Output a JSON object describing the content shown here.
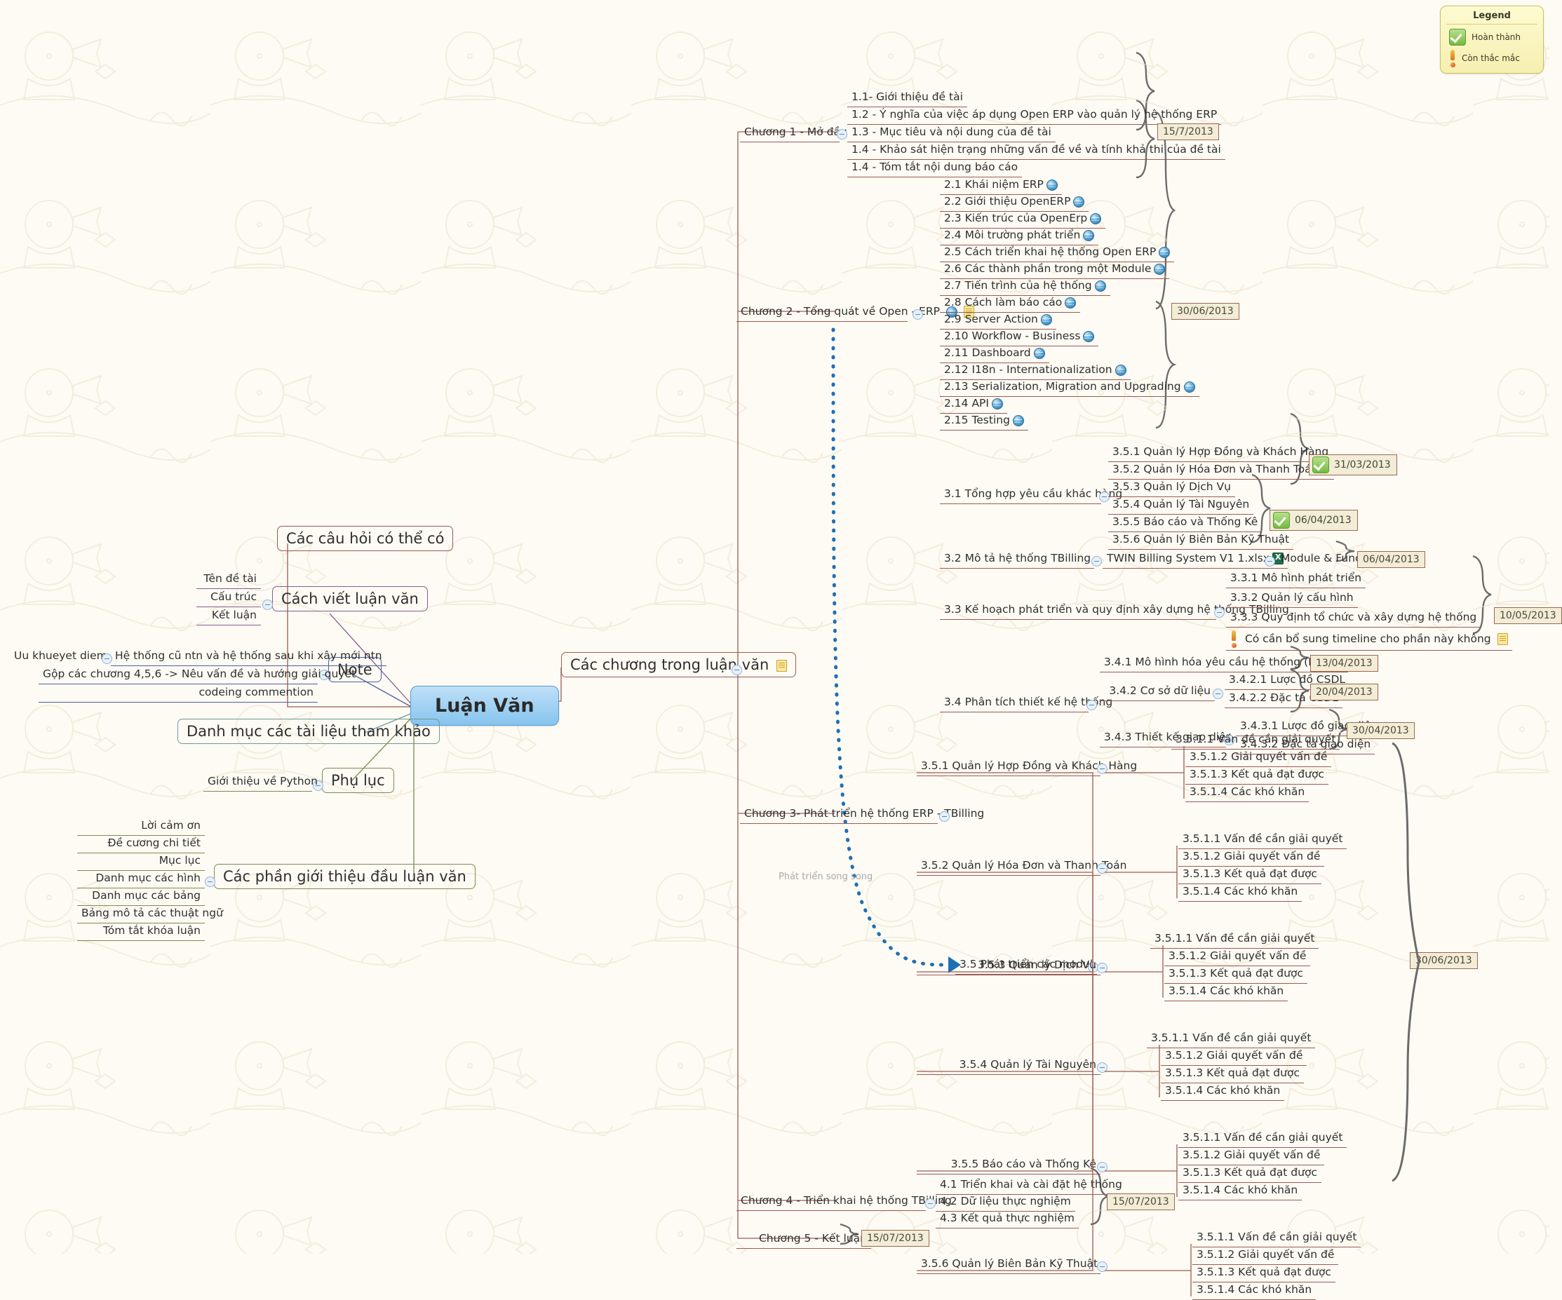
{
  "root": {
    "label": "Luận Văn"
  },
  "legend": {
    "title": "Legend",
    "items": [
      {
        "icon": "green-check-icon",
        "label": "Hoàn thành"
      },
      {
        "icon": "exclamation-icon",
        "label": "Còn thắc mắc"
      }
    ]
  },
  "annotations": {
    "parallel_dev": "Phát triển song song"
  },
  "left_branches": [
    {
      "label": "Các câu hỏi có thể có",
      "children": []
    },
    {
      "label": "Cách viết luận văn",
      "children": [
        "Tên đề tài",
        "Cấu trúc",
        "Kết luận"
      ]
    },
    {
      "label": "Note",
      "children": [
        "Uu khueyet diem",
        "Hệ thống cũ ntn và hệ thống sau khi xây mới ntn",
        "Gộp các chương 4,5,6 -> Nêu vấn đề và hướng giải quyết",
        "codeing commention"
      ]
    },
    {
      "label": "Danh mục các tài liệu tham khảo",
      "children": []
    },
    {
      "label": "Phụ lục",
      "children": [
        "Giới thiệu về Python"
      ]
    },
    {
      "label": "Các phần giới thiệu đầu luận văn",
      "children": [
        "Lời cảm ơn",
        "Đề cương chi tiết",
        "Mục lục",
        "Danh mục các hình",
        "Danh mục các bảng",
        "Bảng mô tả các thuật ngữ",
        "Tóm tắt khóa luận"
      ]
    }
  ],
  "right_branch": {
    "label": "Các chương trong luận văn",
    "icon": "note-icon"
  },
  "chapters": [
    {
      "label": "Chương 1 - Mở đầu",
      "date": "15/7/2013",
      "items": [
        "1.1- Giới thiệu đề tài",
        "1.2  - Ý nghĩa của việc áp dụng Open ERP vào quản lý hệ thống ERP",
        "1.3 - Mục tiêu và nội dung của đề tài",
        "1.4 - Khảo sát hiện trạng những vấn đề về và tính khả thi của đề tài",
        "1.4 - Tóm tắt nội dung báo cáo"
      ]
    },
    {
      "label": "Chương 2 - Tổng quát về Open - ERP",
      "date": "30/06/2013",
      "icons": [
        "globe-icon",
        "note-icon"
      ],
      "items": [
        "2.1 Khái niệm ERP",
        "2.2 Giới thiệu OpenERP",
        "2.3 Kiến trúc của OpenErp",
        "2.4 Môi trường phát triển",
        "2.5 Cách triển khai hệ thống Open ERP",
        "2.6 Các thành phần trong một Module",
        "2.7 Tiến trình của hệ thống",
        "2.8 Cách làm báo cáo",
        "2.9 Server Action",
        "2.10 Workflow - Business",
        "2.11 Dashboard",
        "2.12 I18n - Internationalization",
        "2.13 Serialization, Migration and Upgrading",
        "2.14 API",
        "2.15 Testing"
      ]
    },
    {
      "label": "Chương 3- Phát triển hệ thống ERP - TBilling",
      "sections": [
        {
          "label": "3.1 Tổng hợp yêu cầu khác hàng",
          "items": [
            "3.5.1 Quản lý Hợp Đồng và Khách Hàng",
            "3.5.2 Quản lý Hóa Đơn và Thanh Toán",
            "3.5.3 Quản lý Dịch Vụ",
            "3.5.4 Quản lý Tài Nguyên",
            "3.5.5 Báo cáo và Thống Kê",
            "3.5.6 Quản lý Biên Bản Kỹ Thuật"
          ],
          "badges": [
            {
              "icon": "green-check-icon",
              "date": "31/03/2013"
            },
            {
              "icon": "green-check-icon",
              "date": "06/04/2013"
            }
          ]
        },
        {
          "label": "3.2 Mô tả hệ thống TBilling",
          "chain": [
            "TWIN Billing System V1 1.xlsx",
            "Module & Function"
          ],
          "date": "06/04/2013"
        },
        {
          "label": "3.3 Kế hoạch phát triển và quy định xây dựng hệ thống TBilling",
          "date": "10/05/2013",
          "items": [
            "3.3.1 Mô hình phát triển",
            "3.3.2 Quản lý cấu hình",
            "3.3.3 Quy định tổ chức và xây dựng hệ thống",
            "Có cần bổ sung timeline cho phần này không"
          ]
        },
        {
          "label": "3.4 Phân tích thiết kế hệ thống",
          "groups": [
            {
              "label": "3.4.1 Mô hình hóa yêu cầu hệ thống (BPMN)",
              "date": "13/04/2013",
              "items": []
            },
            {
              "label": "3.4.2 Cơ sở dữ liệu",
              "date": "20/04/2013",
              "items": [
                "3.4.2.1 Lược đồ CSDL",
                "3.4.2.2 Đặc tả CSDL"
              ]
            },
            {
              "label": "3.4.3 Thiết kế giao diện",
              "date": "30/04/2013",
              "items": [
                "3.4.3.1 Lược đồ giao diện",
                "3.4.3.2 Đặc tả giao diện"
              ]
            }
          ]
        },
        {
          "label": "3.5 Phát triển các modul",
          "date": "30/06/2013",
          "modules": [
            "3.5.1 Quản lý Hợp Đồng và Khách Hàng",
            "3.5.2 Quản lý Hóa Đơn và Thanh Toán",
            "3.5.3 Quản lý Dịch Vụ",
            "3.5.4 Quản lý Tài Nguyên",
            "3.5.5 Báo cáo và Thống Kê",
            "3.5.6 Quản lý Biên Bản Kỹ Thuật"
          ],
          "module_items": [
            "3.5.1.1 Vấn đề cần giải quyết",
            "3.5.1.2 Giải quyết vấn đề",
            "3.5.1.3 Kết quả đạt được",
            "3.5.1.4 Các khó khăn"
          ]
        }
      ]
    },
    {
      "label": "Chương 4 - Triển khai hệ thống TBilling",
      "date": "15/07/2013",
      "items": [
        "4.1 Triển khai và cài đặt hệ thống",
        "4.2 Dữ liệu thực nghiệm",
        "4.3 Kết quả thực nghiệm"
      ]
    },
    {
      "label": "Chương 5 - Kết luận",
      "date": "15/07/2013",
      "items": []
    }
  ],
  "colors": {
    "root_fill": "#86c4ef",
    "branch_red": "#9b5b55",
    "branch_blue": "#4f5fa0",
    "branch_purple": "#8a5b93",
    "branch_teal": "#6e9a9a",
    "branch_olive": "#7f8a4e",
    "date_bg": "#f3ecd6",
    "legend_bg": "#fdfbd2",
    "arrow_blue": "#1f6fb5"
  }
}
